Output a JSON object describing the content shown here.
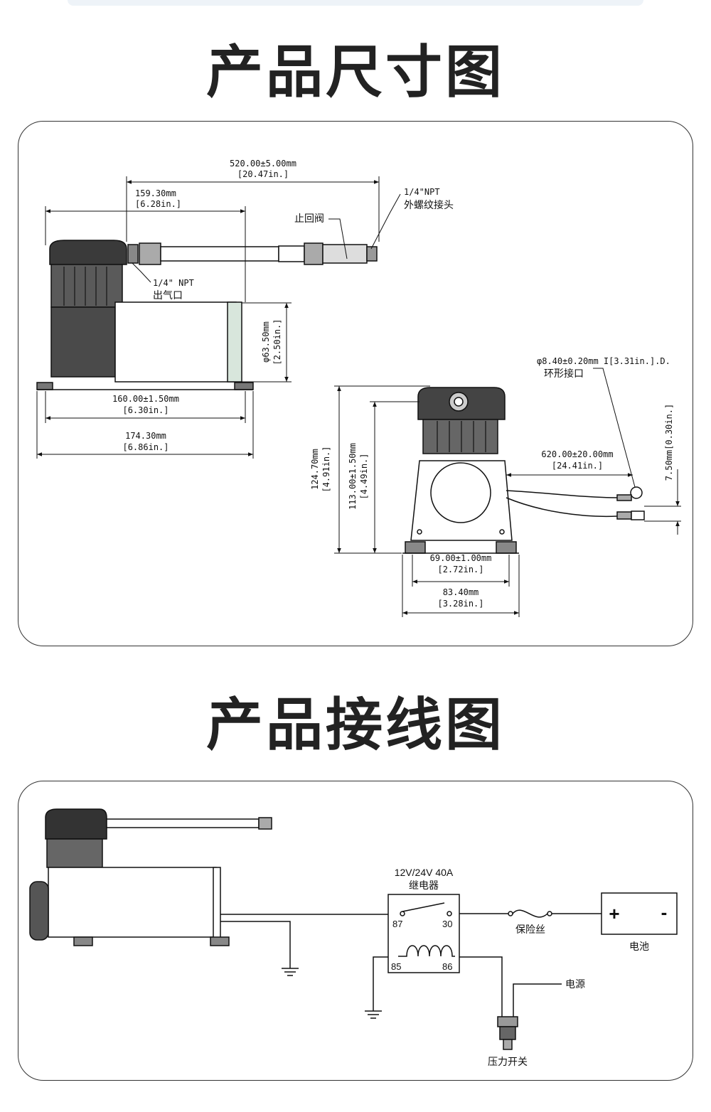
{
  "titles": {
    "dimensions": "产品尺寸图",
    "wiring": "产品接线图"
  },
  "dimensions": {
    "overall_length_mm": "520.00±5.00mm",
    "overall_length_in": "[20.47in.]",
    "outlet_offset_mm": "159.30mm",
    "outlet_offset_in": "[6.28in.]",
    "check_valve": "止回阀",
    "male_thread_size": "1/4\"NPT",
    "male_thread_label": "外螺纹接头",
    "outlet_size": "1/4\" NPT",
    "outlet_label": "出气口",
    "diameter_mm": "φ63.50mm",
    "diameter_in": "[2.50in.]",
    "mount_spacing_mm": "160.00±1.50mm",
    "mount_spacing_in": "[6.30in.]",
    "total_width_mm": "174.30mm",
    "total_width_in": "[6.86in.]",
    "ring_terminal_spec": "φ8.40±0.20mm I[3.31in.].D.",
    "ring_terminal_label": "环形接口",
    "total_height_mm": "124.70mm",
    "total_height_in": "[4.91in.]",
    "body_height_mm": "113.00±1.50mm",
    "body_height_in": "[4.49in.]",
    "lead_length_mm": "620.00±20.00mm",
    "lead_length_in": "[24.41in.]",
    "lead_offset": "7.50mm[0.30in.]",
    "foot_spacing_mm": "69.00±1.00mm",
    "foot_spacing_in": "[2.72in.]",
    "foot_width_mm": "83.40mm",
    "foot_width_in": "[3.28in.]"
  },
  "wiring": {
    "relay_rating": "12V/24V 40A",
    "relay_label": "继电器",
    "pin_87": "87",
    "pin_30": "30",
    "pin_85": "85",
    "pin_86": "86",
    "fuse_label": "保险丝",
    "battery_label": "电池",
    "battery_plus": "+",
    "battery_minus": "-",
    "power_label": "电源",
    "pressure_switch_label": "压力开关"
  },
  "colors": {
    "ink": "#111111",
    "panel_border": "#333333",
    "title": "#222222",
    "top_bar": "#eef3f8"
  }
}
